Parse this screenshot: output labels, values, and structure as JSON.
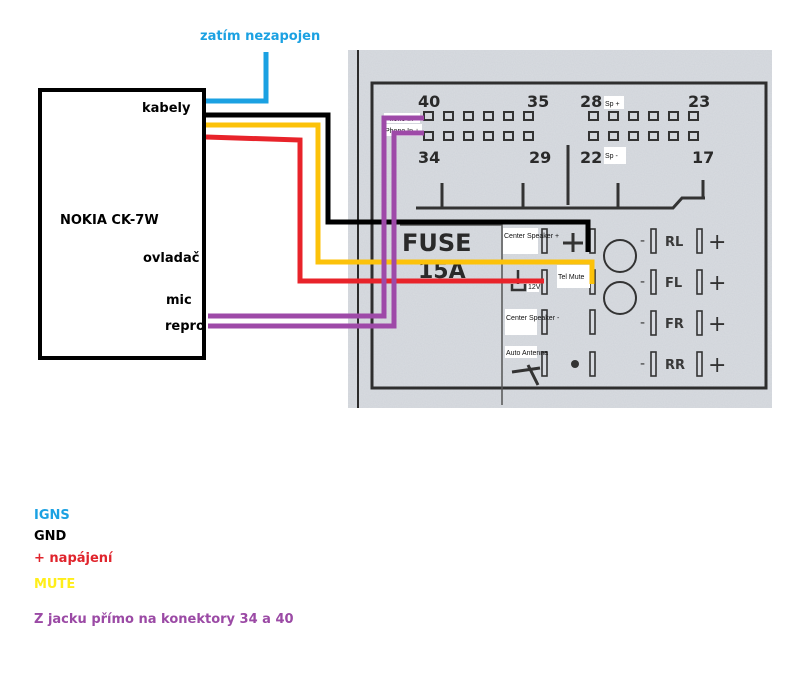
{
  "title_note": "zatím nezapojen",
  "device": {
    "name": "NOKIA CK-7W",
    "ports": {
      "cables": "kabely",
      "control": "ovladač",
      "mic": "mic",
      "speaker": "repro"
    }
  },
  "connector": {
    "pin_numbers": {
      "top_left_start": "40",
      "top_left_end": "35",
      "bottom_left_start": "34",
      "bottom_left_end": "29",
      "top_right_start": "28",
      "top_right_end": "23",
      "bottom_right_start": "22",
      "bottom_right_end": "17"
    },
    "pin_labels": {
      "pin40": "Phone In -",
      "pin34": "Phone In +",
      "pin28": "Sp +",
      "pin22": "Sp -",
      "center_speaker_plus": "Center Speaker +",
      "v12": "12V",
      "tel_mute": "Tel Mute",
      "center_speaker_minus": "Center Speaker -",
      "auto_antenna": "Auto Antenna"
    },
    "fuse": {
      "line1": "FUSE",
      "line2": "15A"
    },
    "speaker_channels": [
      "RL",
      "FL",
      "FR",
      "RR"
    ],
    "minus_sign": "-",
    "plus_sign": "+"
  },
  "wires": [
    {
      "name": "ign",
      "color": "#1ba1e2"
    },
    {
      "name": "gnd",
      "color": "#000000"
    },
    {
      "name": "power",
      "color": "#e8232a"
    },
    {
      "name": "mute",
      "color": "#fcc20a"
    },
    {
      "name": "audio",
      "color": "#9e4aa8"
    }
  ],
  "legend": [
    {
      "label": "IGNS",
      "color": "#1ba1e2"
    },
    {
      "label": "GND",
      "color": "#000000"
    },
    {
      "label": "+ napájení",
      "color": "#e0242c"
    },
    {
      "label": "MUTE",
      "color": "#ffee1a"
    },
    {
      "label": "Z jacku přímo na konektory 34 a 40",
      "color": "#9b4aa5"
    }
  ]
}
